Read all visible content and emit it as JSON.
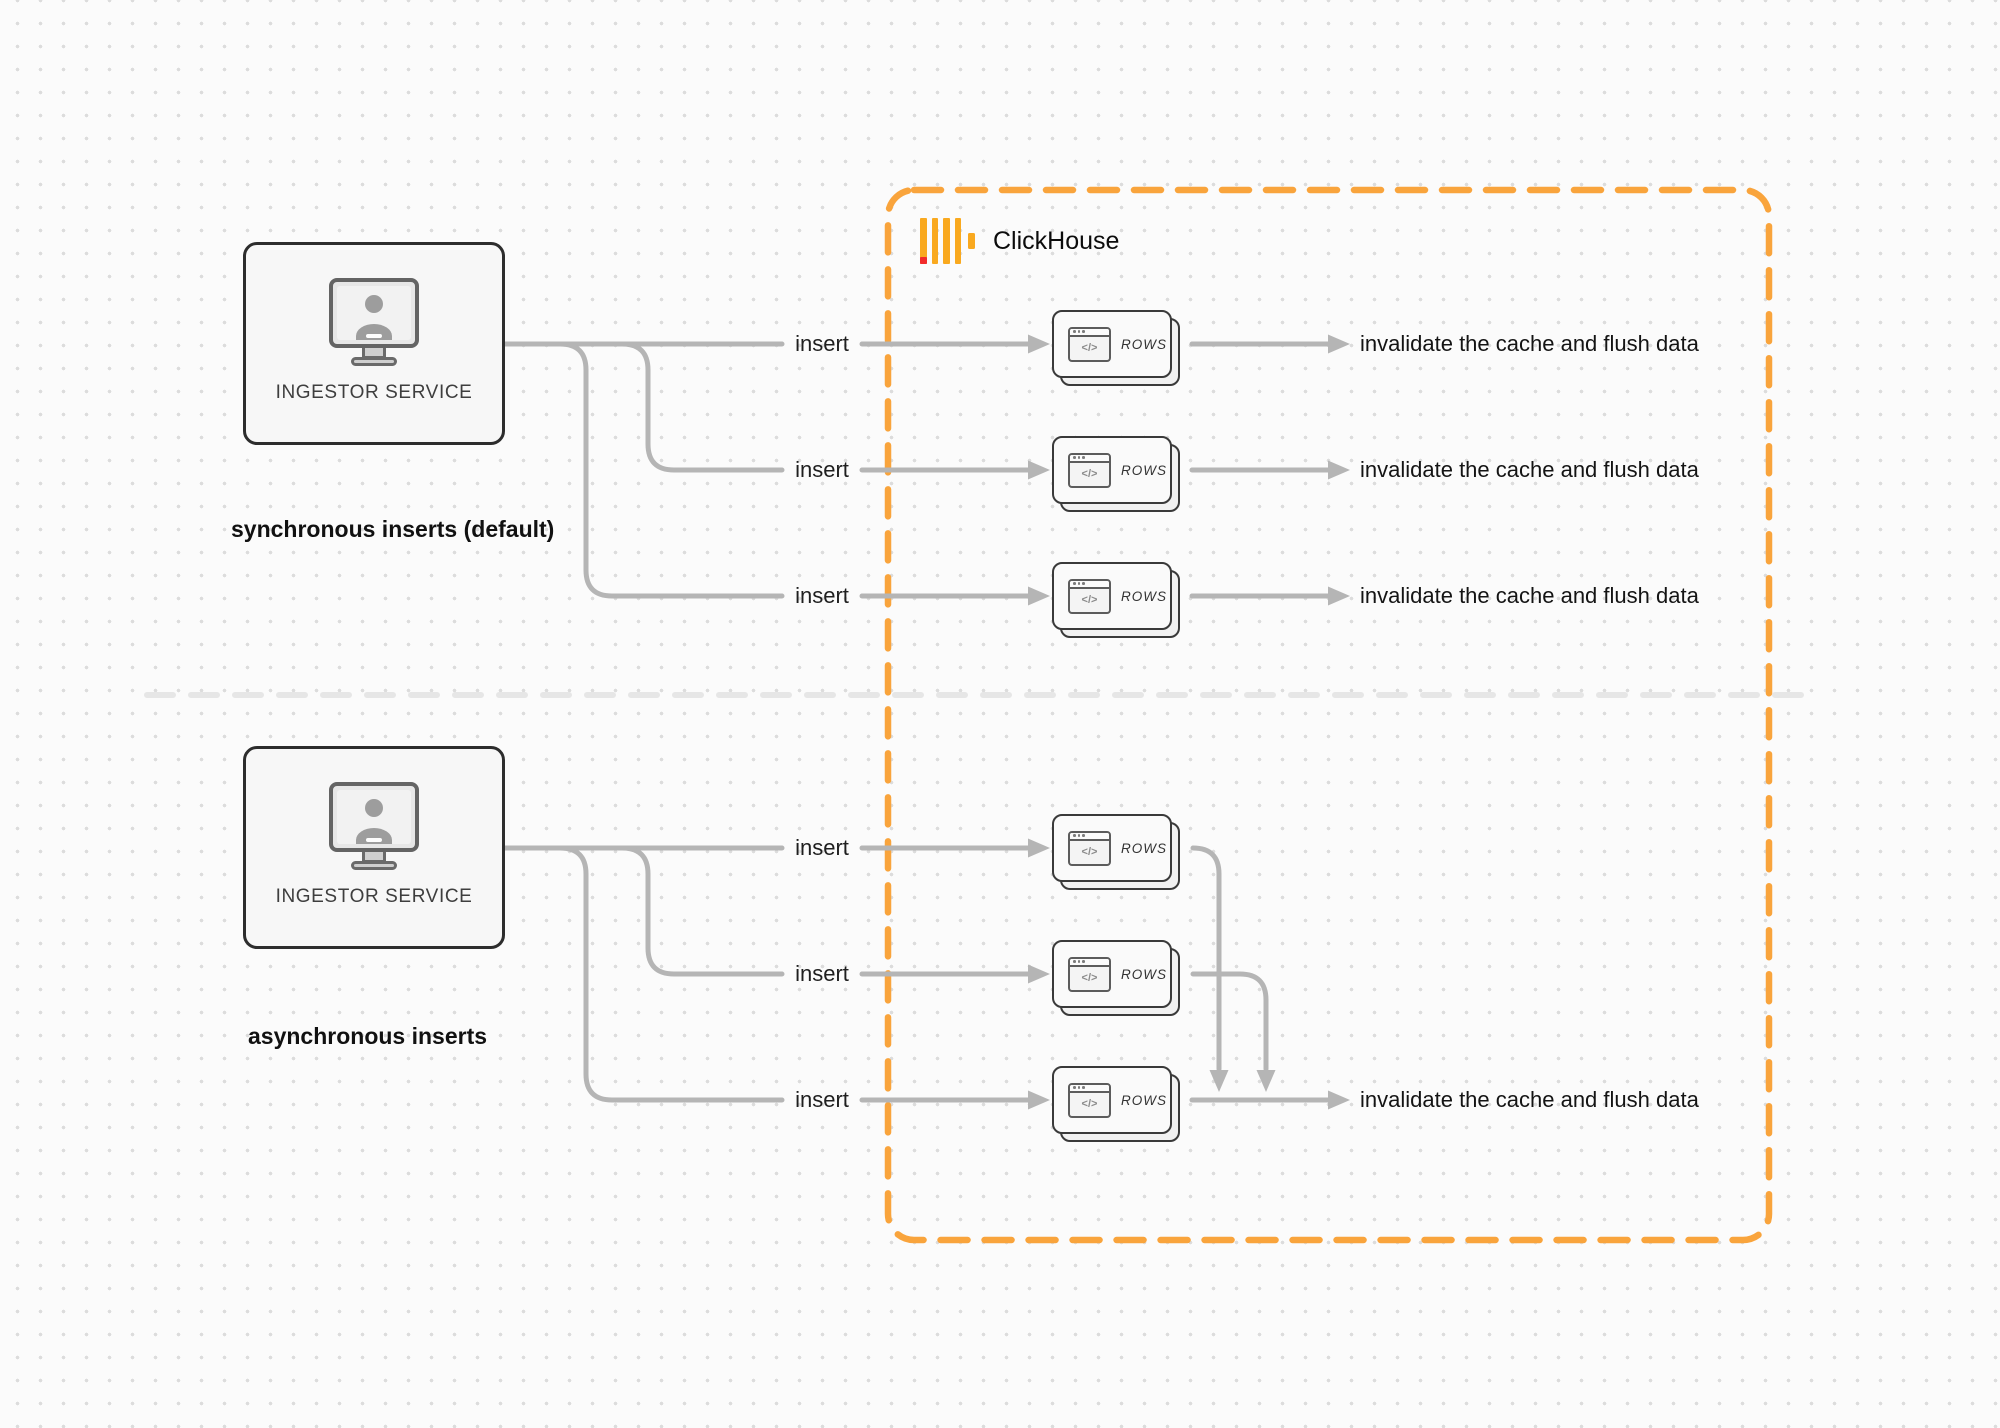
{
  "clickhouse": {
    "label": "ClickHouse"
  },
  "colors": {
    "accent_orange": "#f9a43c",
    "logo_yellow": "#f9a91f",
    "logo_red": "#f22b2b",
    "connector_gray": "#b5b5b5",
    "divider_gray": "#e6e6e6",
    "text_dark": "#141414"
  },
  "sync": {
    "caption": "synchronous inserts (default)",
    "service": "INGESTOR SERVICE",
    "rows": [
      {
        "insert": "insert",
        "rows": "ROWS",
        "code": "</>",
        "result": "invalidate the cache and flush data"
      },
      {
        "insert": "insert",
        "rows": "ROWS",
        "code": "</>",
        "result": "invalidate the cache and flush data"
      },
      {
        "insert": "insert",
        "rows": "ROWS",
        "code": "</>",
        "result": "invalidate the cache and flush data"
      }
    ]
  },
  "async": {
    "caption": "asynchronous inserts",
    "service": "INGESTOR SERVICE",
    "result": "invalidate the cache and flush data",
    "rows": [
      {
        "insert": "insert",
        "rows": "ROWS",
        "code": "</>"
      },
      {
        "insert": "insert",
        "rows": "ROWS",
        "code": "</>"
      },
      {
        "insert": "insert",
        "rows": "ROWS",
        "code": "</>"
      }
    ]
  }
}
